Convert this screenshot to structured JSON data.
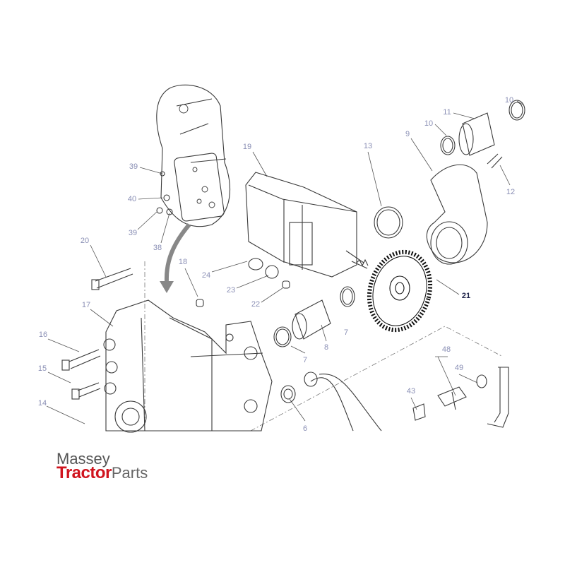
{
  "diagram": {
    "callouts": [
      "10",
      "11",
      "10",
      "9",
      "13",
      "12",
      "19",
      "39",
      "40",
      "39",
      "38",
      "20",
      "18",
      "24",
      "23",
      "22",
      "21",
      "17",
      "7",
      "8",
      "16",
      "7",
      "48",
      "49",
      "15",
      "43",
      "14",
      "6"
    ],
    "highlighted_part": "21",
    "colors": {
      "line": "#3a3a3a",
      "label": "#8a8fb5",
      "highlight": "#1d2148",
      "brand_red": "#d0141e"
    }
  },
  "logo": {
    "line1": "Massey",
    "line2_bold": "Tractor",
    "line2_rest": "Parts"
  }
}
